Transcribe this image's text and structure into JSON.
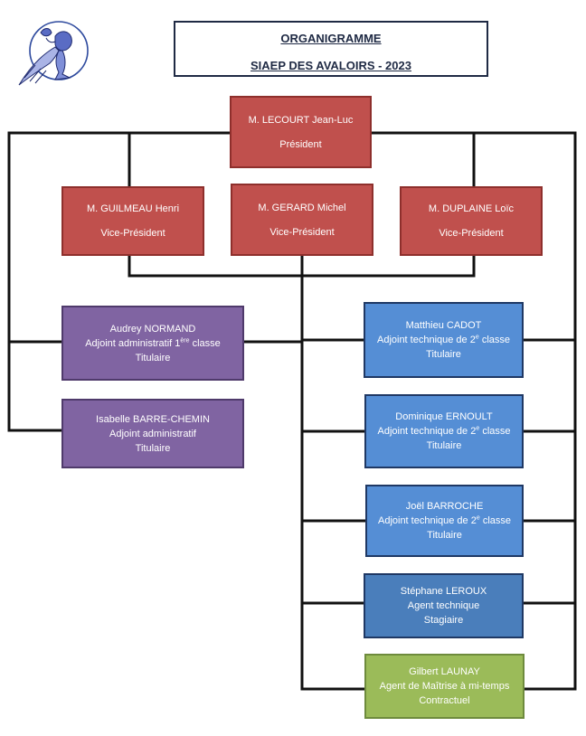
{
  "header": {
    "title": "ORGANIGRAMME",
    "subtitle": "SIAEP DES AVALOIRS - 2023"
  },
  "logo": {
    "icon": "siaep-logo-icon"
  },
  "president": {
    "name": "M. LECOURT Jean-Luc",
    "role": "Président"
  },
  "vice_presidents": [
    {
      "name": "M. GUILMEAU Henri",
      "role": "Vice-Président"
    },
    {
      "name": "M. GERARD Michel",
      "role": "Vice-Président"
    },
    {
      "name": "M. DUPLAINE Loïc",
      "role": "Vice-Président"
    }
  ],
  "admin_staff": [
    {
      "name": "Audrey NORMAND",
      "role_prefix": "Adjoint administratif 1",
      "role_sup": "ère",
      "role_suffix": " classe",
      "status": "Titulaire"
    },
    {
      "name": "Isabelle BARRE-CHEMIN",
      "role": "Adjoint administratif",
      "status": "Titulaire"
    }
  ],
  "tech_staff": [
    {
      "name": "Matthieu CADOT",
      "role_prefix": "Adjoint technique de 2",
      "role_sup": "e",
      "role_suffix": " classe",
      "status": "Titulaire"
    },
    {
      "name": "Dominique ERNOULT",
      "role_prefix": "Adjoint technique de 2",
      "role_sup": "e",
      "role_suffix": " classe",
      "status": "Titulaire"
    },
    {
      "name": "Joël BARROCHE",
      "role_prefix": "Adjoint technique de 2",
      "role_sup": "e",
      "role_suffix": " classe",
      "status": "Titulaire"
    },
    {
      "name": "Stéphane LEROUX",
      "role": "Agent technique",
      "status": "Stagiaire"
    },
    {
      "name": "Gilbert LAUNAY",
      "role": "Agent de Maîtrise à mi-temps",
      "status": "Contractuel"
    }
  ],
  "colors": {
    "elected": "#c0504d",
    "admin": "#8064a2",
    "tech": "#558ed5",
    "agent": "#4a7ebb",
    "contract": "#9bbb59"
  }
}
